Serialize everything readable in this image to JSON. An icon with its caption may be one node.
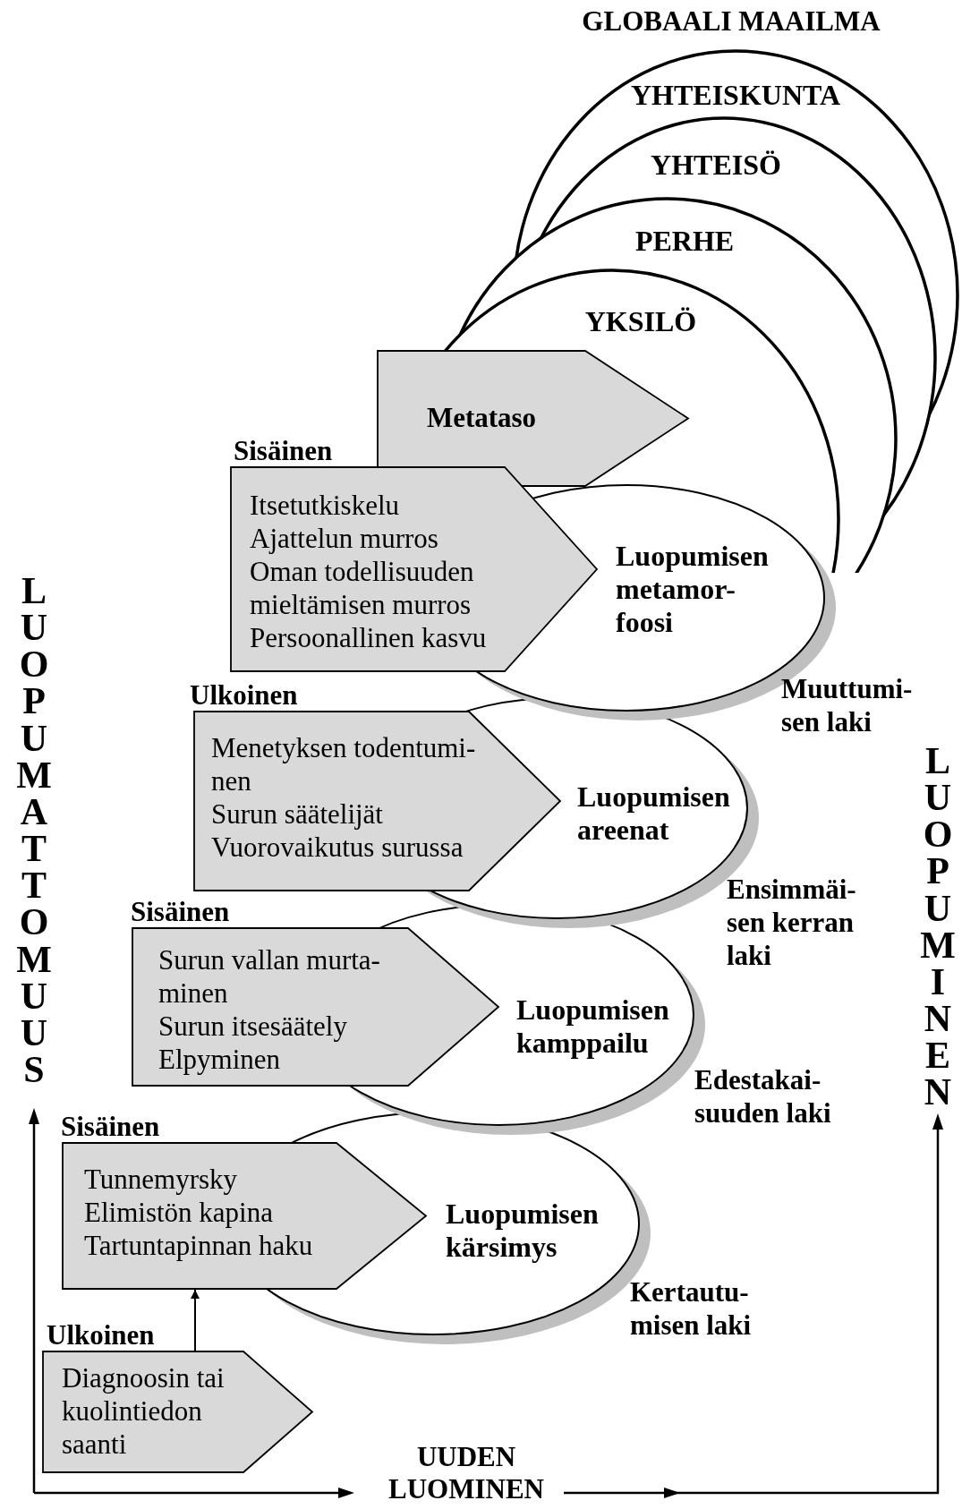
{
  "diagram": {
    "nodes": [
      {
        "text": [
          "Metataso"
        ]
      },
      {
        "text": [
          "Itsetutkiskelu",
          "Ajattelun murros",
          "Oman todellisuuden mieltämisen murros",
          "Persoonallinen kasvu"
        ],
        "beside": [
          "Sisäinen"
        ]
      },
      {
        "text": [
          "Luopumisen metamor- foosi"
        ],
        "beside": [
          "Muuttumi- sen laki"
        ]
      },
      {
        "text": [
          "Menetyksen todentumi- nen",
          "Surun säätelijät",
          "Vuorovaikutus surussa"
        ],
        "beside": [
          "Ulkoinen"
        ]
      },
      {
        "text": [
          "Luopumisen areenat"
        ],
        "beside": [
          "Ensimmäi- sen kerran laki"
        ]
      },
      {
        "text": [
          "Surun vallan murta- minen",
          "Surun itsesäätely",
          "Elpyminen"
        ],
        "beside": [
          "Sisäinen"
        ]
      },
      {
        "text": [
          "Luopumisen kamppailu"
        ],
        "beside": [
          "Edestakai- suuden laki"
        ]
      },
      {
        "text": [
          "Tunnemyrsky",
          "Elimistön kapina",
          "Tartuntapinnan haku"
        ],
        "beside": [
          "Sisäinen"
        ]
      },
      {
        "text": [
          "Luopumisen kärsimys"
        ],
        "beside": [
          "Kertautu- misen laki"
        ]
      },
      {
        "text": [
          "Diagnoosin tai kuolintiedon saanti"
        ],
        "beside": [
          "Ulkoinen"
        ]
      }
    ],
    "edges": [
      {
        "from": 9,
        "to": 7,
        "arrow": "to"
      }
    ],
    "labels": [
      "GLOBAALI MAAILMA",
      "YHTEISKUNTA",
      "YHTEISÖ",
      "PERHE",
      "YKSILÖ",
      "LUOPUMATTOMUUS",
      "LUOPUMINEN",
      "UUDEN LUOMINEN"
    ]
  }
}
